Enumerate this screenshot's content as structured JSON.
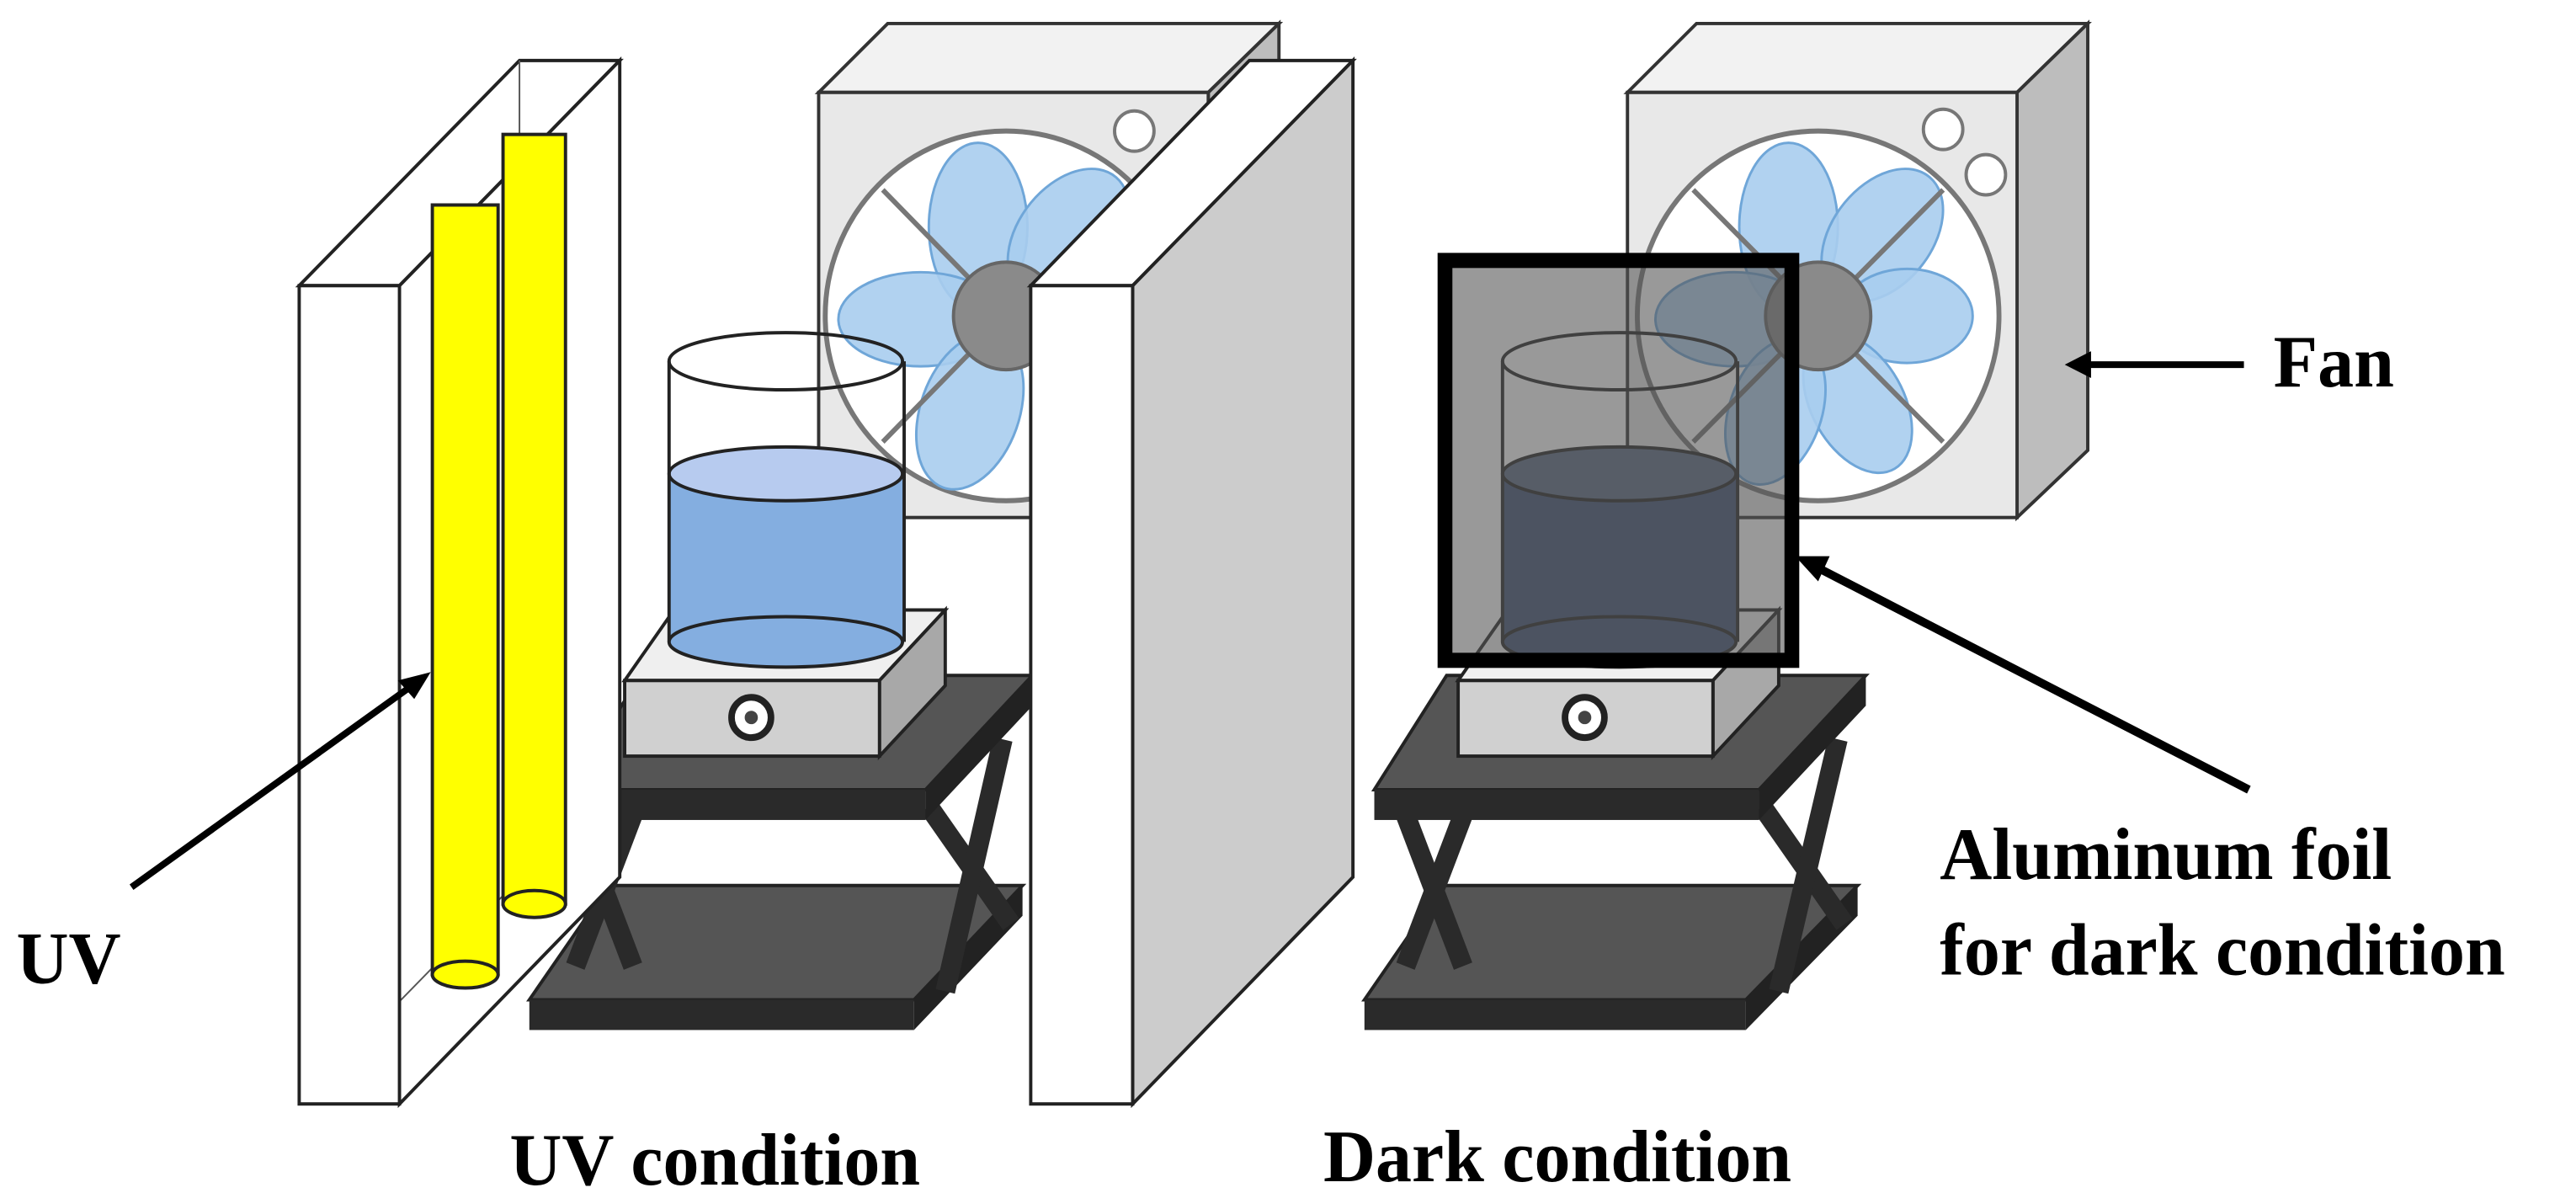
{
  "labels": {
    "uv": "UV",
    "fan": "Fan",
    "foil_line1": "Aluminum foil",
    "foil_line2": "for dark condition",
    "uv_condition": "UV condition",
    "dark_condition": "Dark condition"
  },
  "colors": {
    "uv_lamp": "#ffff00",
    "water_uv": "#84aee0",
    "water_uv_top": "#b7cbef",
    "water_dark": "#3f5273",
    "water_dark_top": "#5a6a82",
    "foil": "#777777",
    "fan_blade": "#a9cdee",
    "fan_hub": "#8a8a8a",
    "stand": "#333333",
    "stirrer": "#d0d0d0",
    "panel_side": "#cccccc",
    "fan_box": "#e8e8e8"
  },
  "icons": [
    "uv-lamp-icon",
    "fan-icon",
    "beaker-icon",
    "stirrer-icon",
    "lab-jack-icon"
  ]
}
